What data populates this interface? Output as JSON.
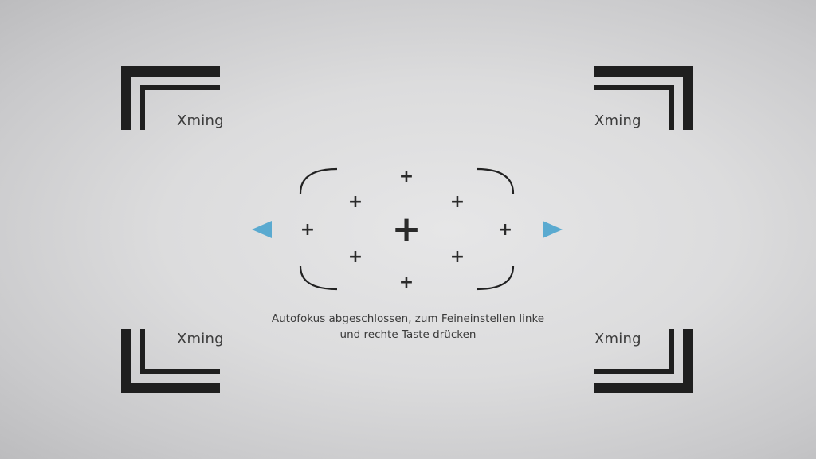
{
  "corners": {
    "top_left": {
      "label": "Xming"
    },
    "top_right": {
      "label": "Xming"
    },
    "bottom_left": {
      "label": "Xming"
    },
    "bottom_right": {
      "label": "Xming"
    }
  },
  "focus": {
    "left_arrow_icon": "triangle-left",
    "right_arrow_icon": "triangle-right",
    "arrow_color": "#5aaad0",
    "plus_glyph": "+"
  },
  "message": {
    "line1": "Autofokus abgeschlossen, zum Feineinstellen linke",
    "line2": "und rechte Taste drücken"
  },
  "colors": {
    "bracket": "#1f1f1f",
    "background": "#dcdcdd"
  }
}
